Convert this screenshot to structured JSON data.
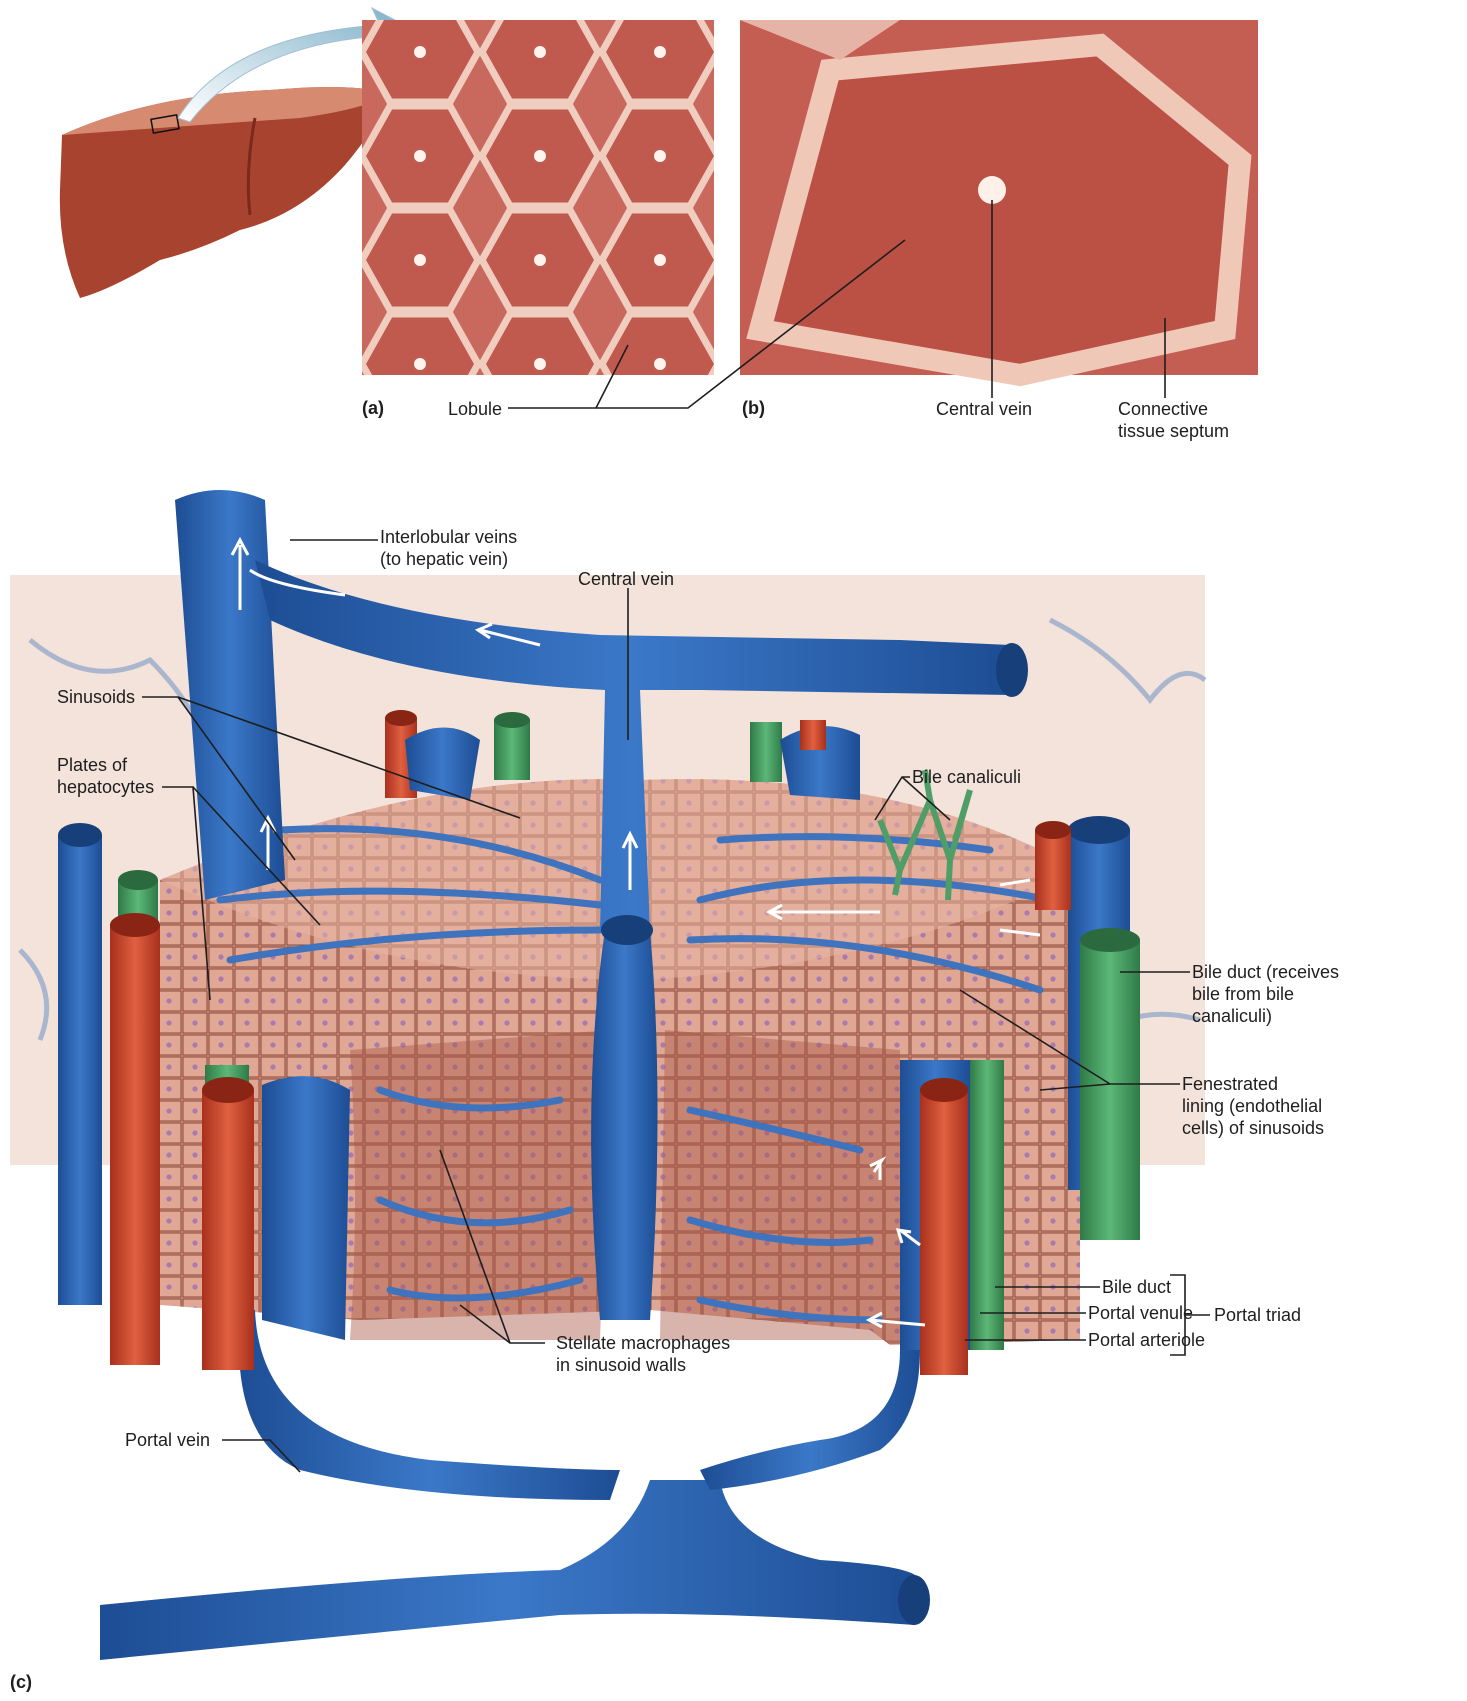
{
  "panels": {
    "a": "(a)",
    "b": "(b)",
    "c": "(c)"
  },
  "labels": {
    "lobule": "Lobule",
    "central_vein_b": "Central vein",
    "connective_septum": "Connective\ntissue septum",
    "interlobular_veins": "Interlobular veins\n(to hepatic vein)",
    "central_vein_c": "Central vein",
    "sinusoids": "Sinusoids",
    "plates_hepatocytes": "Plates of\nhepatocytes",
    "bile_canaliculi": "Bile canaliculi",
    "bile_duct_receives": "Bile duct (receives\nbile from bile\ncanaliculi)",
    "fenestrated_lining": "Fenestrated\nlining (endothelial\ncells) of sinusoids",
    "bile_duct": "Bile duct",
    "portal_venule": "Portal venule",
    "portal_arteriole": "Portal arteriole",
    "portal_triad": "Portal triad",
    "stellate_macrophages": "Stellate macrophages\nin sinusoid walls",
    "portal_vein": "Portal vein"
  },
  "colors": {
    "vein": "#2f64b0",
    "artery": "#c6462c",
    "bile_duct": "#3f9a5c",
    "hepatocyte": "#d99a86",
    "tissue": "#c85f52",
    "liver": "#a8432f"
  }
}
